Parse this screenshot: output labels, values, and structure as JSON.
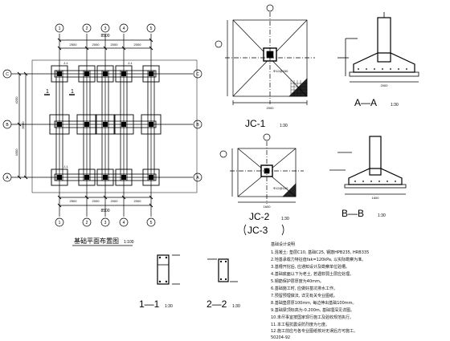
{
  "plan": {
    "grid_columns": [
      "1",
      "2",
      "3",
      "4",
      "5"
    ],
    "grid_rows": [
      "A",
      "B",
      "C"
    ],
    "top_total": "8500",
    "top_dims": [
      "2500",
      "2000",
      "2000",
      "2000"
    ],
    "bottom_dims": [
      "2500",
      "2000",
      "2000",
      "2000"
    ],
    "bottom_total": "8500",
    "left_dims": [
      "4200",
      "4300"
    ],
    "left_total": "8500",
    "section_tags": [
      "1",
      "1"
    ],
    "column_tag": "J-1",
    "title": "基础平面布置图",
    "scale": "1:100"
  },
  "jc1": {
    "title": "JC-1",
    "scale": "1:30",
    "dim": "2000",
    "note": "Φ12@150"
  },
  "jc2": {
    "title": "JC-2",
    "title_alt": "JC-3",
    "scale": "1:30",
    "dim": "1600",
    "note": "Φ12@150"
  },
  "sections": {
    "aa": {
      "title": "A—A",
      "scale": "1:30",
      "dim": "2000"
    },
    "bb": {
      "title": "B—B",
      "scale": "1:30",
      "dim": "1600"
    },
    "s11": {
      "title": "1—1",
      "scale": "1:30"
    },
    "s22": {
      "title": "2—2",
      "scale": "1:30"
    }
  },
  "notes": {
    "heading": "基础设计说明",
    "lines": [
      "1.混凝土: 垫层C10, 基础C25, 钢筋HPB235, HRB335",
      "2.地基承载力特征值fak=120kPa, 以实际勘察为准。",
      "3.基槽开挖后, 应通知设计及勘察单位验槽。",
      "4.基础底面以下为老土, 若遇软弱土层应处理。",
      "5.钢筋保护层厚度为40mm。",
      "6.基础施工时, 应做好基坑排水工作。",
      "7.预留预埋做法, 详见有关专业图纸。",
      "8.基础垫层厚100mm, 每边伸出基础100mm。",
      "9.基础梁顶标高为-0.200m, 基础埋深见详图。",
      "10.未尽事宜按国家现行施工及验收规范执行。",
      "11.本工程抗震设防烈度为七度。",
      "12.施工前应与各专业图纸核对无误后方可施工。",
      "50204-92"
    ]
  }
}
